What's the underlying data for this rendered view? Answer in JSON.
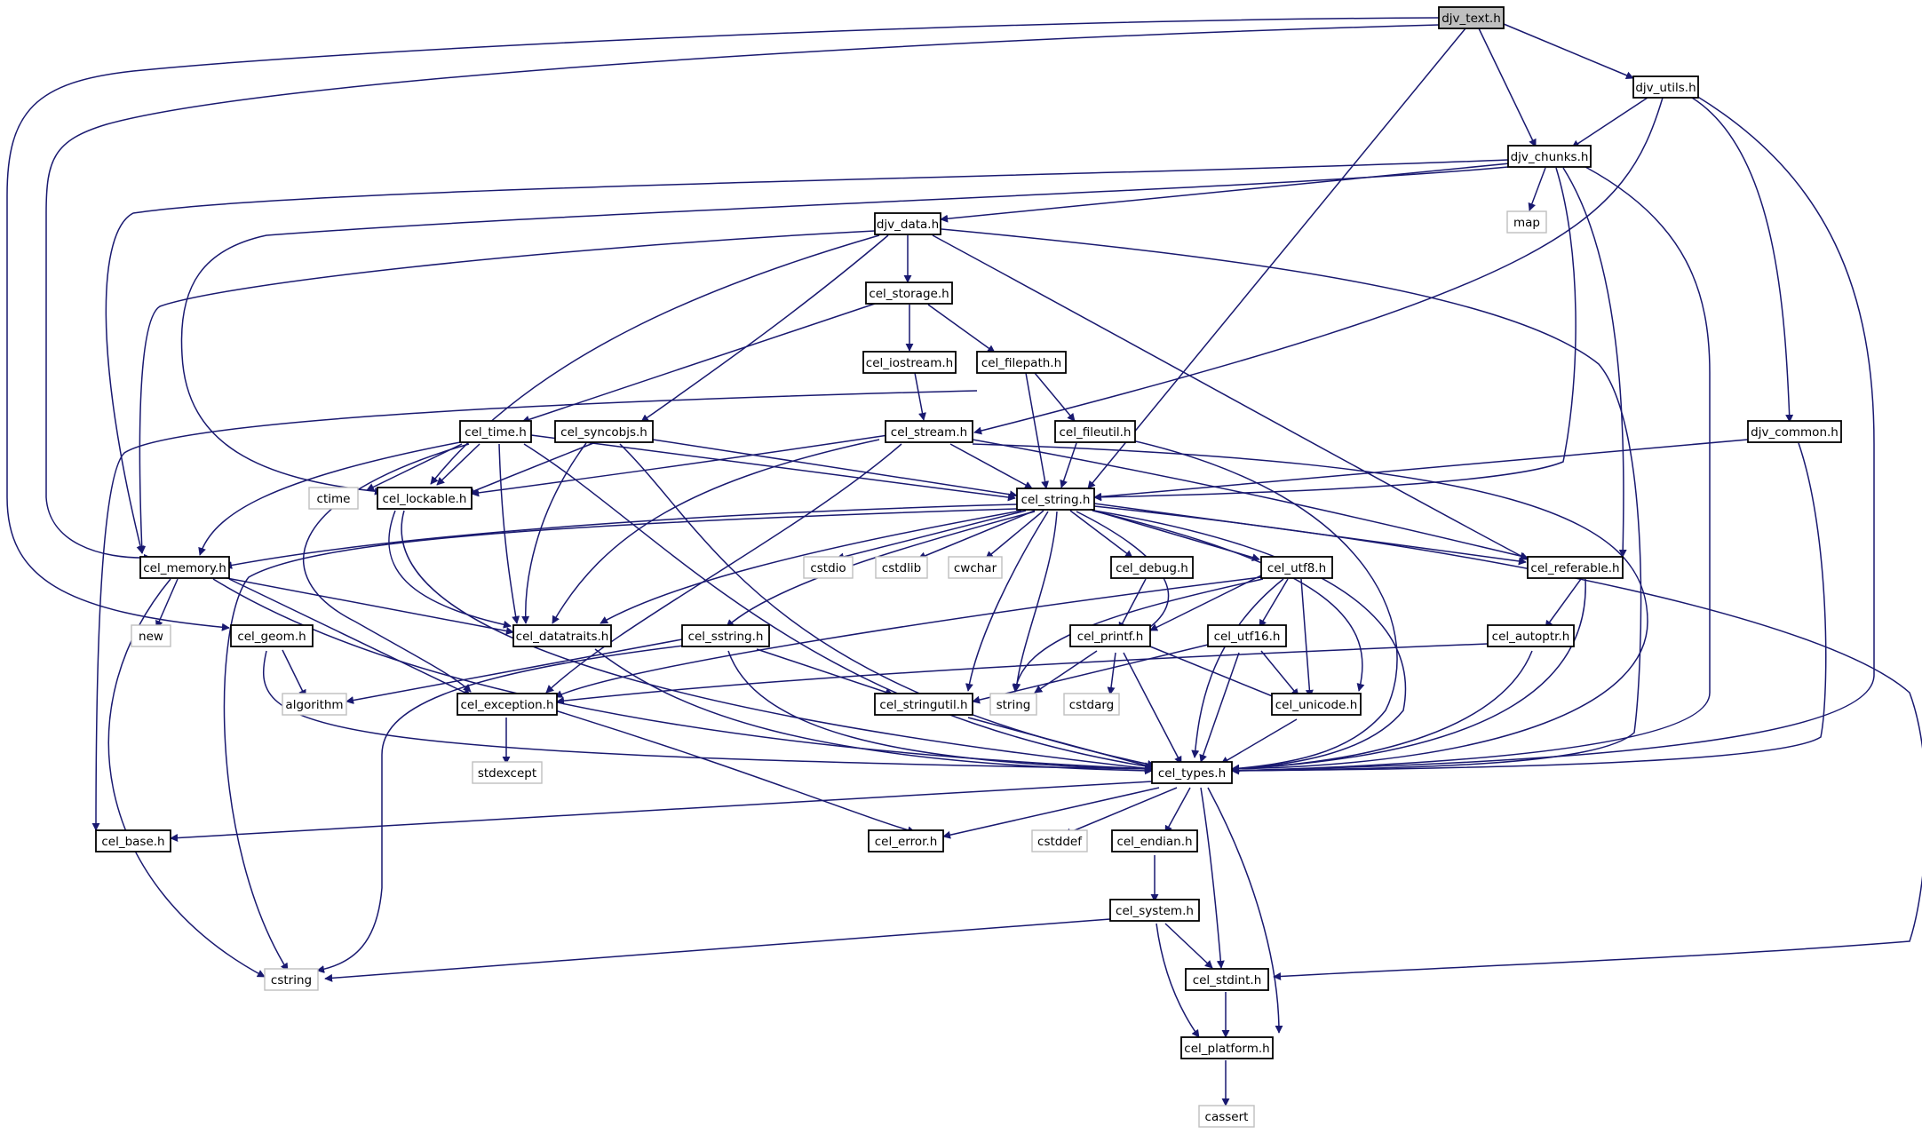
{
  "colors": {
    "edge": "#191970",
    "node_border": "#000000",
    "root_fill": "#bfbfbf",
    "external_border": "#bfbfbf",
    "background": "#ffffff"
  },
  "nodes": {
    "djv_text_h": "djv_text.h",
    "djv_utils_h": "djv_utils.h",
    "djv_chunks_h": "djv_chunks.h",
    "map": "map",
    "djv_data_h": "djv_data.h",
    "cel_storage_h": "cel_storage.h",
    "cel_iostream_h": "cel_iostream.h",
    "cel_filepath_h": "cel_filepath.h",
    "cel_time_h": "cel_time.h",
    "cel_syncobjs_h": "cel_syncobjs.h",
    "cel_stream_h": "cel_stream.h",
    "cel_fileutil_h": "cel_fileutil.h",
    "djv_common_h": "djv_common.h",
    "ctime": "ctime",
    "cel_lockable_h": "cel_lockable.h",
    "cel_string_h": "cel_string.h",
    "cel_memory_h": "cel_memory.h",
    "cstdio": "cstdio",
    "cstdlib": "cstdlib",
    "cwchar": "cwchar",
    "cel_debug_h": "cel_debug.h",
    "cel_utf8_h": "cel_utf8.h",
    "cel_referable_h": "cel_referable.h",
    "new": "new",
    "cel_geom_h": "cel_geom.h",
    "cel_datatraits_h": "cel_datatraits.h",
    "cel_sstring_h": "cel_sstring.h",
    "cel_printf_h": "cel_printf.h",
    "cel_utf16_h": "cel_utf16.h",
    "cel_autoptr_h": "cel_autoptr.h",
    "algorithm": "algorithm",
    "cel_exception_h": "cel_exception.h",
    "cel_stringutil_h": "cel_stringutil.h",
    "string": "string",
    "cstdarg": "cstdarg",
    "cel_unicode_h": "cel_unicode.h",
    "stdexcept": "stdexcept",
    "cel_types_h": "cel_types.h",
    "cel_base_h": "cel_base.h",
    "cel_error_h": "cel_error.h",
    "cstddef": "cstddef",
    "cel_endian_h": "cel_endian.h",
    "cel_system_h": "cel_system.h",
    "cstring": "cstring",
    "cel_stdint_h": "cel_stdint.h",
    "cel_platform_h": "cel_platform.h",
    "cassert": "cassert"
  }
}
